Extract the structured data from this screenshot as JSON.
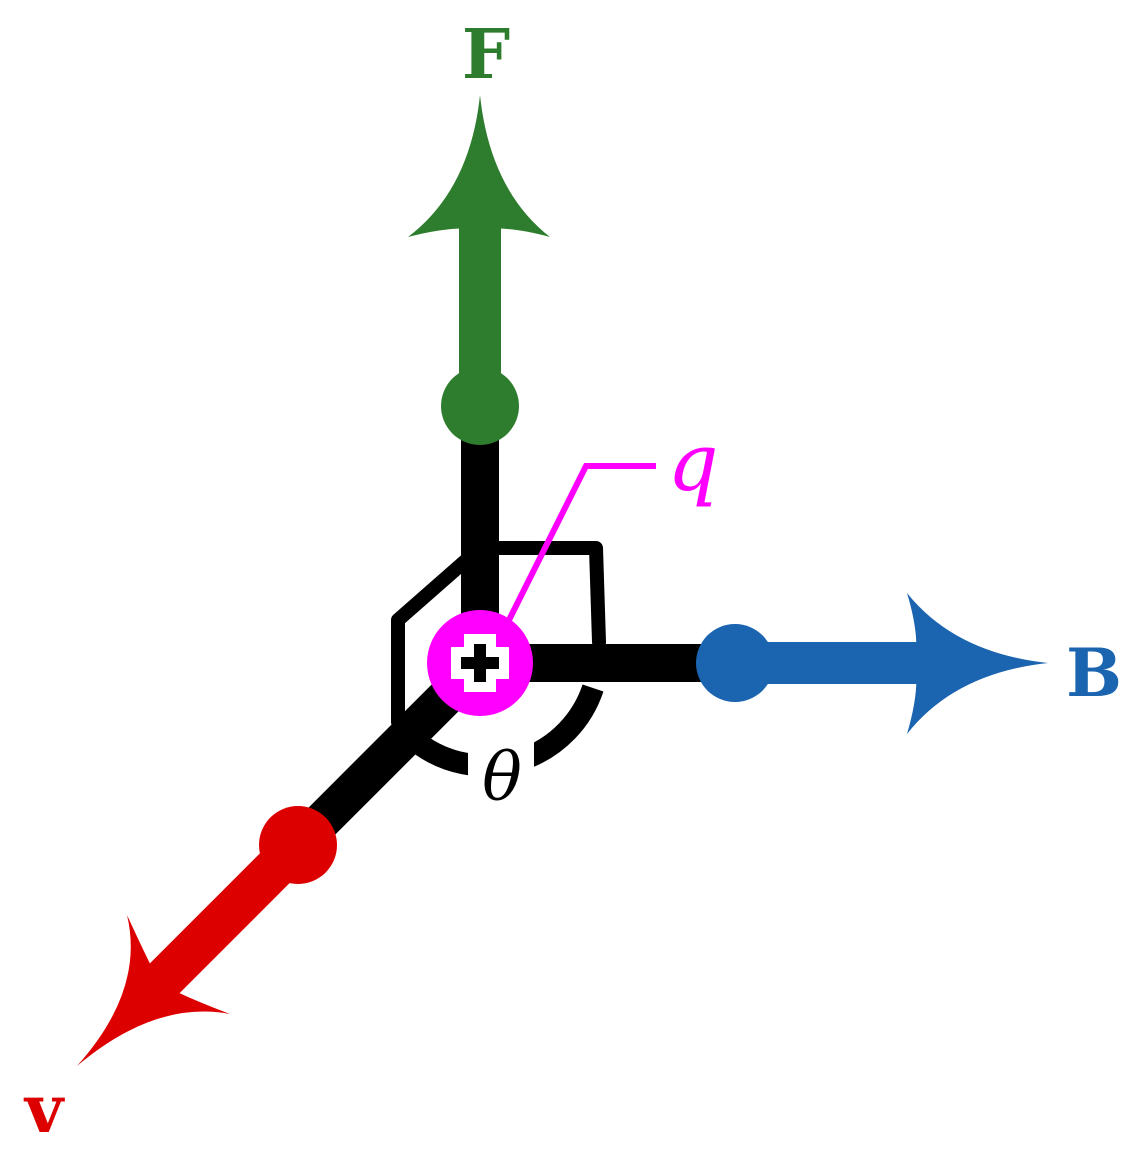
{
  "diagram": {
    "labels": {
      "force": "F",
      "field": "B",
      "velocity": "v",
      "charge": "q",
      "angle": "θ",
      "charge_sign": "+"
    },
    "colors": {
      "force": "#2e7d2e",
      "field": "#1a64b0",
      "velocity": "#dd0000",
      "charge": "#ff00ff",
      "axes": "#000000"
    }
  }
}
